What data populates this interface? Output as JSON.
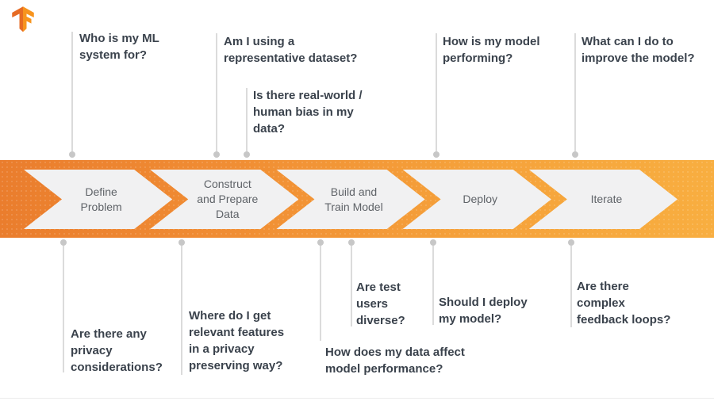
{
  "process": {
    "steps": [
      {
        "label": "Define\nProblem"
      },
      {
        "label": "Construct\nand Prepare\nData"
      },
      {
        "label": "Build and\nTrain Model"
      },
      {
        "label": "Deploy"
      },
      {
        "label": "Iterate"
      }
    ]
  },
  "questions_above": [
    {
      "label": "Who is my ML\nsystem for?"
    },
    {
      "label": "Am I using a\nrepresentative dataset?"
    },
    {
      "label": "Is there real-world /\nhuman bias in my\ndata?"
    },
    {
      "label": "How is my model\nperforming?"
    },
    {
      "label": "What can I do to\nimprove the model?"
    }
  ],
  "questions_below": [
    {
      "label": "Are there any\nprivacy\nconsiderations?"
    },
    {
      "label": "Where do I get\nrelevant features\nin a privacy\npreserving way?"
    },
    {
      "label": "How does my data affect\nmodel performance?"
    },
    {
      "label": "Are test\nusers\ndiverse?"
    },
    {
      "label": "Should I deploy\nmy model?"
    },
    {
      "label": "Are there\ncomplex\nfeedback loops?"
    }
  ],
  "colors": {
    "banner_gradient_start": "#ea7d2d",
    "banner_gradient_end": "#f8ae40",
    "chevron_fill": "#f1f1f2",
    "chevron_text": "#5f6368",
    "question_text": "#3a424c",
    "connector_line": "#dbdbdb",
    "connector_dot": "#c7c7c7"
  }
}
